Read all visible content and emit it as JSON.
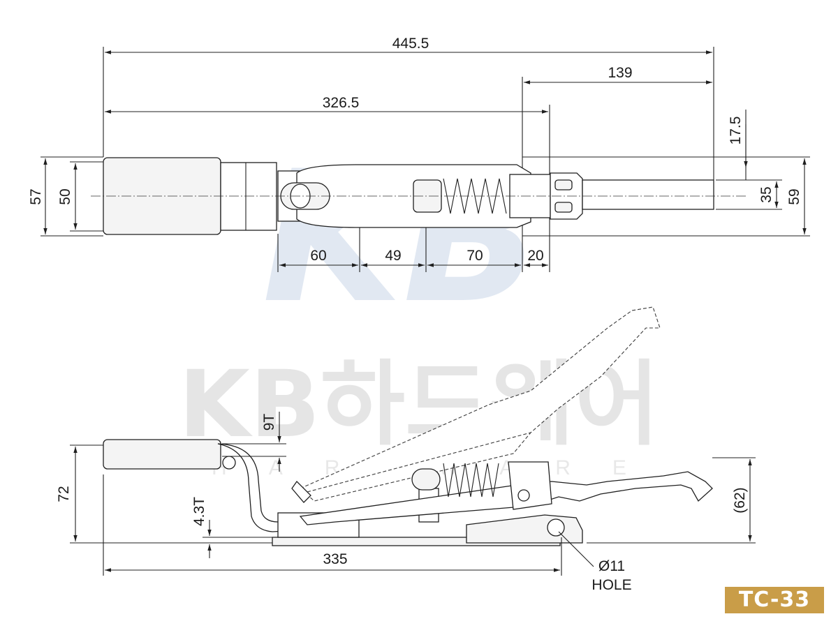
{
  "watermark": {
    "logo_letters": "KB",
    "brand_text": "KB하드웨어",
    "brand_sub": "HARDWARE"
  },
  "top_view": {
    "dimensions": {
      "overall_length": "445.5",
      "length_to_pivot": "326.5",
      "right_section": "139",
      "height_outer": "57",
      "height_inner": "50",
      "hook_offset": "17.5",
      "hook_width": "35",
      "total_height": "59",
      "seg_1": "60",
      "seg_2": "49",
      "seg_3": "70",
      "seg_4": "20"
    }
  },
  "side_view": {
    "dimensions": {
      "grip_thickness": "9T",
      "height": "72",
      "plate_thickness": "4.3T",
      "base_length": "335",
      "handle_height": "(62)",
      "hole_diameter": "Ø11",
      "hole_label": "HOLE"
    }
  },
  "model": "TC-33"
}
